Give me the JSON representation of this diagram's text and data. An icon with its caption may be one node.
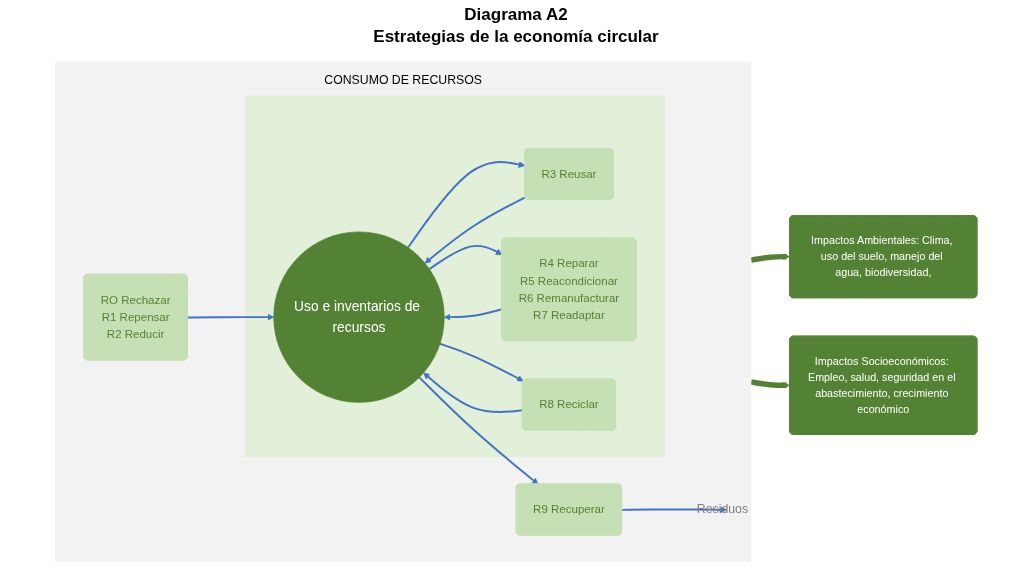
{
  "diagram": {
    "title": "Diagrama A2",
    "nodes": [
      {
        "text": [
          "CONSUMO DE RECURSOS"
        ]
      },
      {
        "text": [
          "RO Rechazar",
          "R1 Repensar",
          "R2 Reducir"
        ],
        "in": 0
      },
      {
        "text": [],
        "shape": "box",
        "in": 0
      },
      {
        "text": [
          "Uso e inventarios de recursos"
        ],
        "in": 2
      },
      {
        "text": [
          "R3 Reusar"
        ],
        "in": 2
      },
      {
        "text": [
          "R4 Reparar",
          "R5 Reacondicionar",
          "R6 Remanufacturar",
          "R7 Readaptar"
        ],
        "in": 2
      },
      {
        "text": [
          "R8 Reciclar"
        ],
        "in": 2
      },
      {
        "text": [
          "R9 Recuperar"
        ],
        "in": 0
      },
      {
        "text": [
          "Residuos"
        ],
        "in": 0
      },
      {
        "text": [
          "Impactos Ambientales: Clima, uso del suelo, manejo del agua, biodiversidad,"
        ]
      },
      {
        "text": [
          "Impactos Socioeconómicos: Empleo, salud, seguridad en el abastecimiento, crecimiento económico"
        ]
      }
    ],
    "edges": [
      {
        "from": 1,
        "to": 3,
        "arrow": "to"
      },
      {
        "from": 4,
        "to": 3,
        "arrow": "to"
      },
      {
        "from": 3,
        "to": 4,
        "arrow": "to"
      },
      {
        "from": 5,
        "to": 3,
        "arrow": "to"
      },
      {
        "from": 3,
        "to": 5,
        "arrow": "to"
      },
      {
        "from": 6,
        "to": 3,
        "arrow": "to"
      },
      {
        "from": 3,
        "to": 6,
        "arrow": "to"
      },
      {
        "from": 3,
        "to": 7,
        "arrow": "to"
      },
      {
        "from": 7,
        "to": 8,
        "arrow": "to"
      },
      {
        "from": 0,
        "to": 9,
        "arrow": "to",
        "style": "thick",
        "color": "#548235"
      },
      {
        "from": 0,
        "to": 10,
        "arrow": "to",
        "style": "thick",
        "color": "#548235"
      }
    ],
    "labels": [
      "Estrategias de la economía circular"
    ]
  }
}
